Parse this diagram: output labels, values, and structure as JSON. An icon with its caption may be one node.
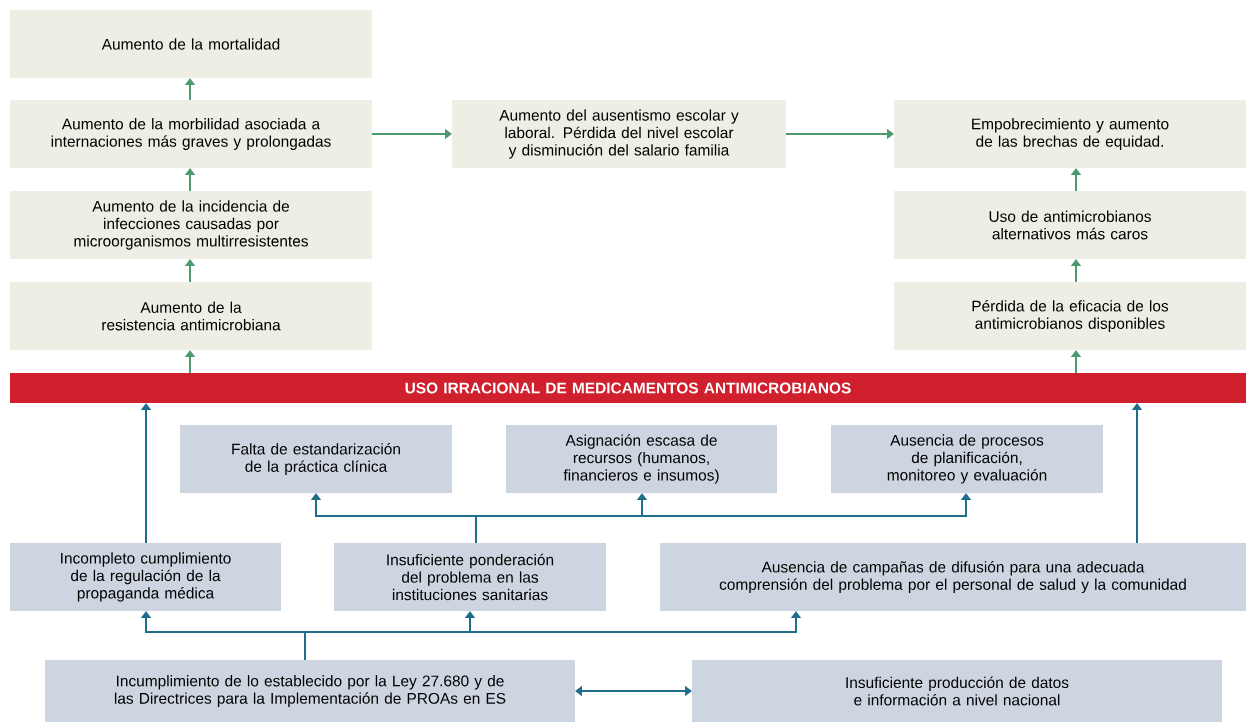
{
  "diagram": {
    "nodes": [
      {
        "text": [
          "Aumento de la mortalidad"
        ]
      },
      {
        "text": [
          "Aumento de la morbilidad asociada a internaciones más graves y prolongadas"
        ]
      },
      {
        "text": [
          "Aumento de la incidencia de infecciones causadas por microorganismos multirresistentes"
        ]
      },
      {
        "text": [
          "Aumento de la resistencia antimicrobiana"
        ]
      },
      {
        "text": [
          "Aumento del ausentismo escolar y laboral. Pérdida del nivel escolar y disminución del salario familia"
        ]
      },
      {
        "text": [
          "Empobrecimiento y  aumento de las brechas de equidad."
        ]
      },
      {
        "text": [
          "Uso de antimicrobianos alternativos más caros"
        ]
      },
      {
        "text": [
          "Pérdida de la eficacia de los antimicrobianos disponibles"
        ]
      },
      {
        "text": [
          "USO IRRACIONAL DE MEDICAMENTOS ANTIMICROBIANOS"
        ]
      },
      {
        "text": [
          "Falta de estandarización de la práctica clínica"
        ]
      },
      {
        "text": [
          "Asignación escasa de recursos  (humanos, financieros e insumos)"
        ]
      },
      {
        "text": [
          "Ausencia de procesos de planificación, monitoreo y evaluación"
        ]
      },
      {
        "text": [
          "Incompleto cumplimiento de la regulación de la propaganda médica"
        ]
      },
      {
        "text": [
          "Insuficiente ponderación del problema en las instituciones sanitarias"
        ]
      },
      {
        "text": [
          "Ausencia de campañas de difusión para una adecuada comprensión del problema por el personal de salud y la comunidad"
        ]
      },
      {
        "text": [
          "Incumplimiento de lo establecido por la Ley 27.680 y de las Directrices para la Implementación de PROAs en ES"
        ]
      },
      {
        "text": [
          "Insuficiente producción de datos e información a nivel nacional"
        ]
      }
    ],
    "edges": [
      {
        "from": 3,
        "to": 2,
        "arrow": "to",
        "color": "#4e9a6e"
      },
      {
        "from": 2,
        "to": 1,
        "arrow": "to",
        "color": "#4e9a6e"
      },
      {
        "from": 1,
        "to": 0,
        "arrow": "to",
        "color": "#4e9a6e"
      },
      {
        "from": 1,
        "to": 4,
        "arrow": "to",
        "color": "#4e9a6e"
      },
      {
        "from": 4,
        "to": 5,
        "arrow": "to",
        "color": "#4e9a6e"
      },
      {
        "from": 7,
        "to": 6,
        "arrow": "to",
        "color": "#4e9a6e"
      },
      {
        "from": 6,
        "to": 5,
        "arrow": "to",
        "color": "#4e9a6e"
      },
      {
        "from": 8,
        "to": 3,
        "arrow": "to",
        "color": "#4e9a6e"
      },
      {
        "from": 8,
        "to": 7,
        "arrow": "to",
        "color": "#4e9a6e"
      },
      {
        "from": 12,
        "to": 8,
        "arrow": "to",
        "color": "#1f6f8b"
      },
      {
        "from": 14,
        "to": 8,
        "arrow": "to",
        "color": "#1f6f8b"
      },
      {
        "from": 13,
        "to": 9,
        "arrow": "to",
        "color": "#1f6f8b"
      },
      {
        "from": 13,
        "to": 10,
        "arrow": "to",
        "color": "#1f6f8b"
      },
      {
        "from": 13,
        "to": 11,
        "arrow": "to",
        "color": "#1f6f8b"
      },
      {
        "from": 15,
        "to": 12,
        "arrow": "to",
        "color": "#1f6f8b"
      },
      {
        "from": 15,
        "to": 13,
        "arrow": "to",
        "color": "#1f6f8b"
      },
      {
        "from": 15,
        "to": 14,
        "arrow": "to",
        "color": "#1f6f8b"
      },
      {
        "from": 15,
        "to": 16,
        "arrow": "both",
        "color": "#1f6f8b"
      }
    ]
  }
}
